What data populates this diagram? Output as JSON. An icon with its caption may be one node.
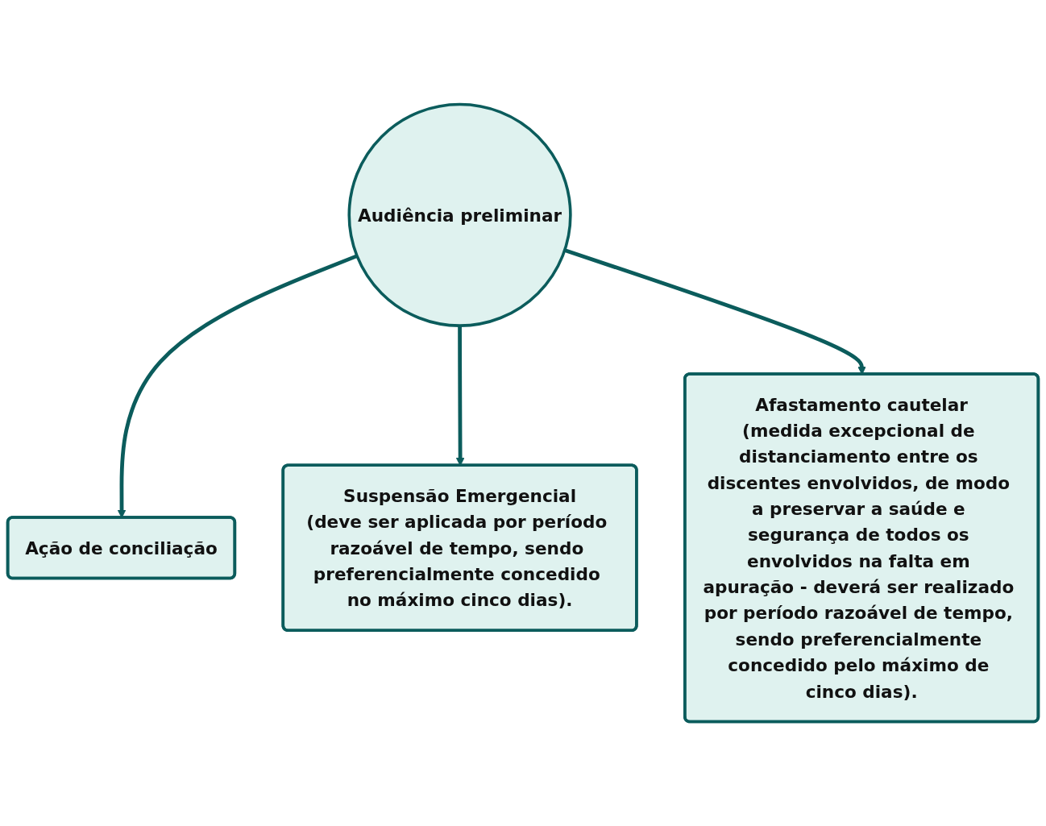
{
  "diagram": {
    "nodes": [
      {
        "text": [
          "Ação de conciliação"
        ]
      },
      {
        "text": [
          "Audiência preliminar"
        ]
      },
      {
        "text": [
          "Suspensão Emergencial",
          "(deve ser aplicada por período razoável de tempo, sendo preferencialmente concedido no máximo cinco dias)."
        ]
      },
      {
        "text": [
          "Afastamento cautelar",
          "(medida excepcional de distanciamento entre os discentes envolvidos, de modo a preservar a saúde e segurança de todos os envolvidos na falta em apuração - deverá ser realizado por período razoável de tempo, sendo preferencialmente concedido pelo máximo de cinco dias)."
        ]
      }
    ],
    "edges": [
      {
        "from": 1,
        "to": 0,
        "arrow": "to"
      },
      {
        "from": 1,
        "to": 2,
        "arrow": "to"
      },
      {
        "from": 1,
        "to": 3,
        "arrow": "to"
      }
    ]
  }
}
